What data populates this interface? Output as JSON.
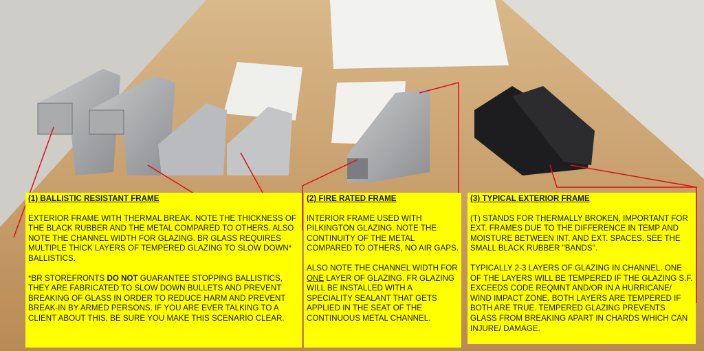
{
  "colors": {
    "note_bg": "#ffff00",
    "arrow": "#e01010",
    "table": "#c9a06a"
  },
  "notes": [
    {
      "title": "(1) BALLISTIC RESISTANT FRAME",
      "p1": "EXTERIOR FRAME WITH THERMAL BREAK. NOTE THE THICKNESS OF THE BLACK RUBBER AND THE METAL COMPARED TO OTHERS. ALSO NOTE THE CHANNEL WIDTH FOR GLAZING. BR GLASS REQUIRES MULTIPLE THICK LAYERS OF TEMPERED GLAZING TO SLOW DOWN* BALLISTICS.",
      "p2_a": "*BR STOREFRONTS ",
      "p2_bold": "DO NOT",
      "p2_b": " GUARANTEE STOPPING BALLISTICS, THEY ARE FABRICATED TO SLOW DOWN BULLETS AND PREVENT BREAKING OF GLASS IN ORDER TO REDUCE HARM AND PREVENT BREAK-IN BY ARMED PERSONS. IF YOU ARE EVER TALKING TO A CLIENT ABOUT THIS, BE SURE YOU MAKE THIS SCENARIO CLEAR."
    },
    {
      "title": "(2) FIRE RATED FRAME",
      "p1": "INTERIOR FRAME USED WITH PILKINGTON GLAZING. NOTE THE CONTINUITY OF THE METAL COMPARED TO OTHERS, NO AIR GAPS.",
      "p2_a": "ALSO NOTE THE CHANNEL WIDTH FOR ",
      "p2_underline": "ONE",
      "p2_b": " LAYER OF GLAZING. FR GLAZING WILL BE INSTALLED WITH A SPECIALITY SEALANT THAT GETS APPLIED IN THE SEAT OF THE CONTINUOUS METAL CHANNEL."
    },
    {
      "title": "(3) TYPICAL EXTERIOR FRAME",
      "p1": "(T) STANDS FOR THERMALLY BROKEN, IMPORTANT FOR EXT. FRAMES DUE TO THE DIFFERENCE IN TEMP AND MOISTURE BETWEEN INT. AND EXT. SPACES. SEE THE SMALL BLACK RUBBER \"BANDS\".",
      "p2": "TYPICALLY 2-3 LAYERS OF GLAZING IN CHANNEL. ONE OF THE LAYERS WILL BE TEMPERED IF THE GLAZING S.F. EXCEEDS CODE REQMNT AND/OR IN A HURRICANE/ WIND IMPACT ZONE. BOTH LAYERS ARE TEMPERED IF BOTH ARE TRUE. TEMPERED GLAZING PREVENTS GLASS FROM BREAKING APART IN CHARDS WHICH CAN INJURE/ DAMAGE."
    }
  ]
}
